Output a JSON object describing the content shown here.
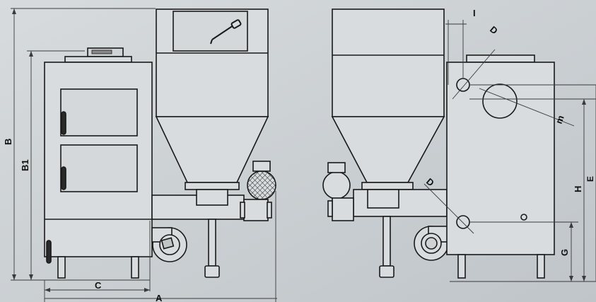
{
  "labels": {
    "A": "A",
    "B": "B",
    "B1": "B1",
    "C": "C",
    "I": "I",
    "D_top": "D",
    "D_bottom": "D",
    "m": "m",
    "H": "H",
    "E": "E",
    "G": "G"
  },
  "colors": {
    "background": "#c9ced1",
    "fill": "#d8dcdf",
    "line": "#1a1a1a",
    "dim": "#3a3a3a"
  }
}
